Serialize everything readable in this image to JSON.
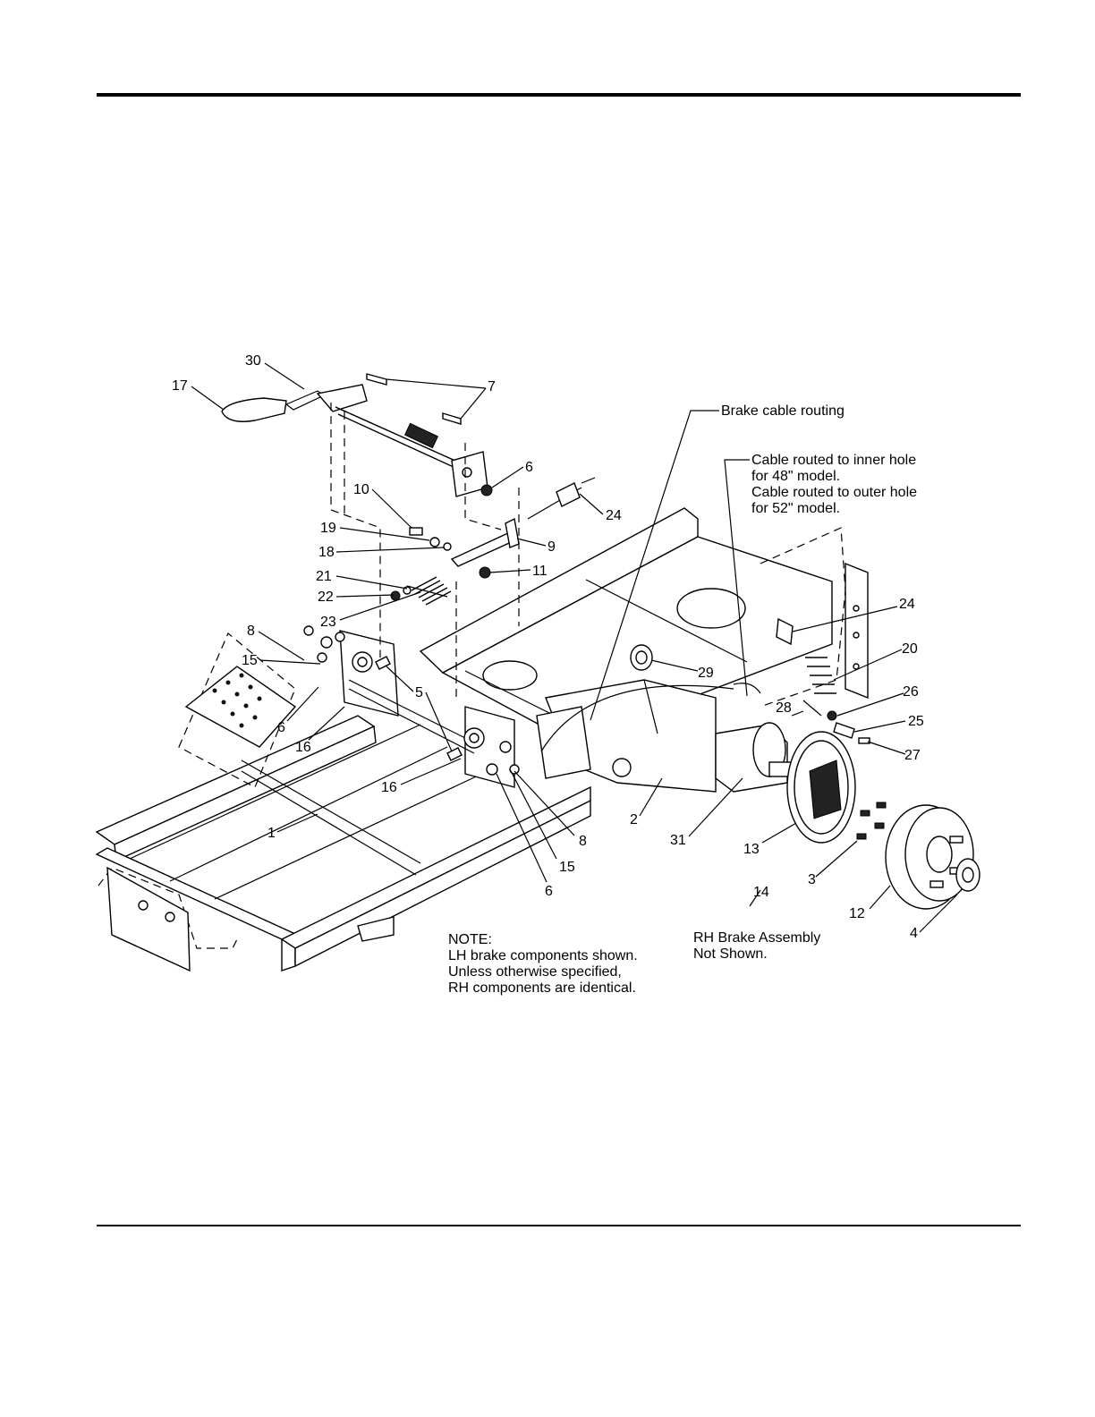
{
  "callouts": {
    "c30": "30",
    "c17": "17",
    "c7": "7",
    "c6a": "6",
    "c24a": "24",
    "c10": "10",
    "c19": "19",
    "c18": "18",
    "c9": "9",
    "c11": "11",
    "c21": "21",
    "c22": "22",
    "c23": "23",
    "c8a": "8",
    "c15a": "15",
    "c6b": "6",
    "c16a": "16",
    "c5": "5",
    "c16b": "16",
    "c1": "1",
    "c8b": "8",
    "c15b": "15",
    "c6c": "6",
    "c2": "2",
    "c31": "31",
    "c13": "13",
    "c3": "3",
    "c12": "12",
    "c4": "4",
    "c14": "14",
    "c29": "29",
    "c24b": "24",
    "c20": "20",
    "c26": "26",
    "c28": "28",
    "c25": "25",
    "c27": "27"
  },
  "labels": {
    "brake_cable_routing": "Brake cable routing",
    "cable_line1": "Cable routed to inner hole",
    "cable_line2": "for 48\" model.",
    "cable_line3": "Cable routed to outer hole",
    "cable_line4": "for 52\" model."
  },
  "note": {
    "line1": "NOTE:",
    "line2": "LH brake components shown.",
    "line3": "Unless otherwise specified,",
    "line4": "RH components are identical."
  },
  "rh_note": {
    "line1": "RH Brake Assembly",
    "line2": "Not Shown."
  }
}
